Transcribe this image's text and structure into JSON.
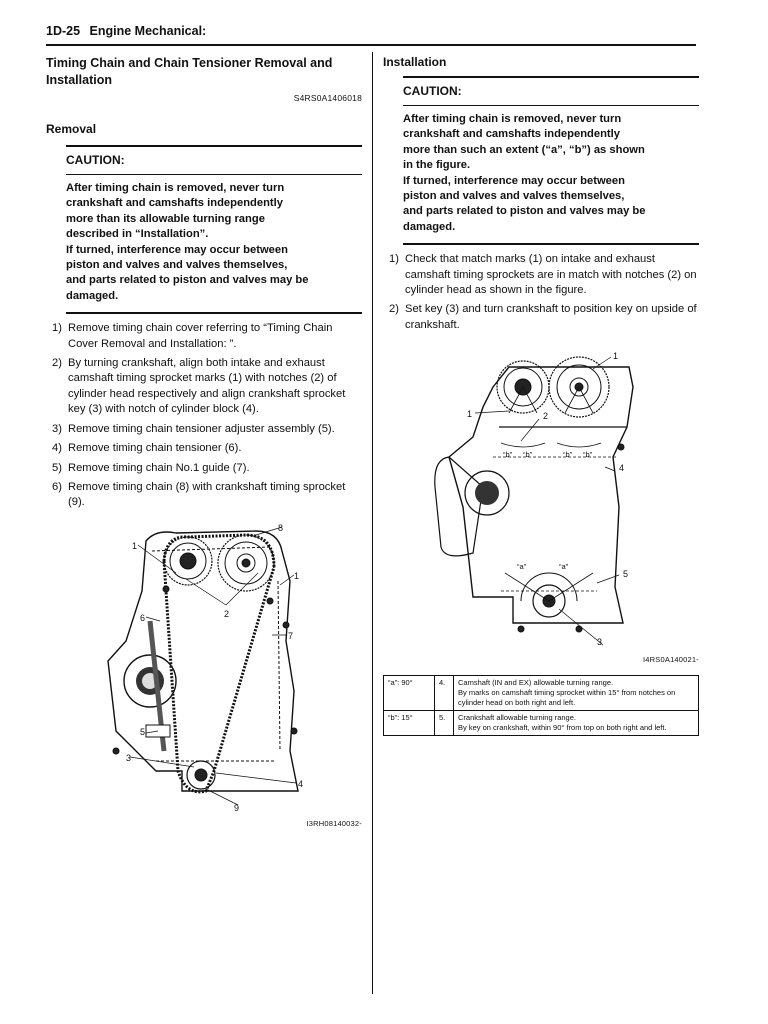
{
  "header": {
    "page": "1D-25",
    "section": "Engine Mechanical:"
  },
  "left": {
    "title": "Timing Chain and Chain Tensioner Removal and Installation",
    "code": "S4RS0A1406018",
    "removal_heading": "Removal",
    "caution": {
      "heading": "CAUTION:",
      "body": "After timing chain is removed, never turn\ncrankshaft and camshafts independently\nmore than its allowable turning range\ndescribed in “Installation”.\nIf turned, interference may occur between\npiston and valves and valves themselves,\nand parts related to piston and valves may be\ndamaged."
    },
    "steps": [
      {
        "num": "1)",
        "text": "Remove timing chain cover referring to “Timing Chain Cover Removal and Installation: ”."
      },
      {
        "num": "2)",
        "text": "By turning crankshaft, align both intake and exhaust camshaft timing sprocket marks (1) with notches (2) of cylinder head respectively and align crankshaft sprocket key (3) with notch of cylinder block (4)."
      },
      {
        "num": "3)",
        "text": "Remove timing chain tensioner adjuster assembly (5)."
      },
      {
        "num": "4)",
        "text": "Remove timing chain tensioner (6)."
      },
      {
        "num": "5)",
        "text": "Remove timing chain No.1 guide (7)."
      },
      {
        "num": "6)",
        "text": "Remove timing chain (8) with crankshaft timing sprocket (9)."
      }
    ],
    "figure_code": "I3RH08140032-",
    "figure_labels": {
      "l1": "1",
      "l2": "2",
      "l3": "3",
      "l4": "4",
      "l5": "5",
      "l6": "6",
      "l7": "7",
      "l8": "8",
      "l9": "9",
      "l1b": "1"
    }
  },
  "right": {
    "installation_heading": "Installation",
    "caution": {
      "heading": "CAUTION:",
      "body": "After timing chain is removed, never turn\ncrankshaft and camshafts independently\nmore than such an extent (“a”, “b”) as shown\nin the figure.\nIf turned, interference may occur between\npiston and valves and valves themselves,\nand parts related to piston and valves may be\ndamaged."
    },
    "steps": [
      {
        "num": "1)",
        "text": "Check that match marks (1) on intake and exhaust camshaft timing sprockets are in match with notches (2) on cylinder head as shown in the figure."
      },
      {
        "num": "2)",
        "text": "Set key (3) and turn crankshaft to position key on upside of crankshaft."
      }
    ],
    "figure_code": "I4RS0A140021-",
    "figure_labels": {
      "l1a": "1",
      "l1b": "1",
      "l2": "2",
      "l3": "3",
      "l4": "4",
      "l5": "5",
      "a1": "“a”",
      "a2": "“a”",
      "b1": "“b”",
      "b2": "“b”",
      "b3": "“b”",
      "b4": "“b”"
    },
    "legend": [
      {
        "key": "“a”:  90°",
        "num": "4.",
        "lines": [
          "Camshaft (IN and EX) allowable turning range.",
          "By marks on camshaft timing sprocket within 15° from notches on cylinder head on both right and left."
        ]
      },
      {
        "key": "“b”:  15°",
        "num": "5.",
        "lines": [
          "Crankshaft allowable turning range.",
          "By key on crankshaft, within 90° from top on both right and left."
        ]
      }
    ]
  }
}
